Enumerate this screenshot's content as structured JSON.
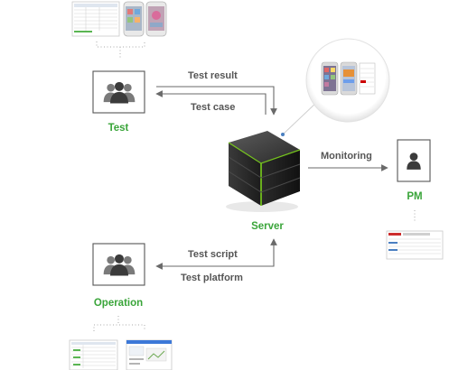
{
  "roles": {
    "test": "Test",
    "server": "Server",
    "pm": "PM",
    "operation": "Operation"
  },
  "flows": {
    "test_result": "Test result",
    "test_case": "Test case",
    "monitoring": "Monitoring",
    "test_script": "Test script",
    "test_platform": "Test platform"
  },
  "icons": {
    "person": "user-group-icon",
    "single_person": "user-icon",
    "server": "server-cube-icon"
  },
  "colors": {
    "role_label": "#3aa53a",
    "server_edge_glow": "#7bd11b",
    "arrow": "#6a6a6a"
  }
}
